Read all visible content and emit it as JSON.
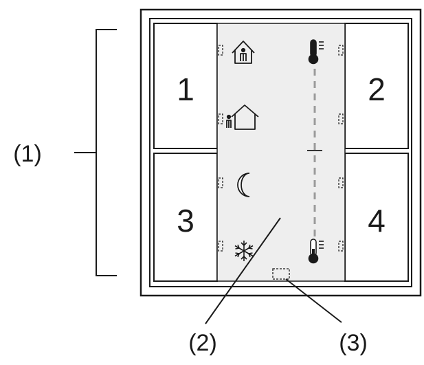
{
  "callouts": {
    "group": "(1)",
    "display": "(2)",
    "led": "(3)"
  },
  "buttons": [
    {
      "label": "1"
    },
    {
      "label": "2"
    },
    {
      "label": "3"
    },
    {
      "label": "4"
    }
  ],
  "icons": {
    "left": [
      "home-comfort-icon",
      "away-icon",
      "night-moon-icon",
      "frost-protection-icon"
    ],
    "right_top": "thermometer-high-icon",
    "right_bottom": "thermometer-low-icon"
  },
  "colors": {
    "stroke": "#1a1a1a",
    "display_fill": "#eeeeee",
    "dashed_scale": "#9a9a9a"
  }
}
